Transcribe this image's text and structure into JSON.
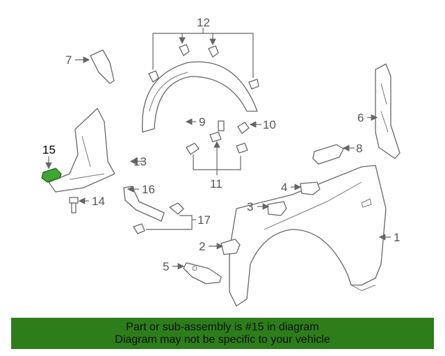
{
  "diagram": {
    "callouts": [
      "1",
      "2",
      "3",
      "4",
      "5",
      "6",
      "7",
      "8",
      "9",
      "10",
      "11",
      "12",
      "13",
      "14",
      "15",
      "16",
      "17"
    ],
    "highlighted_part": "15"
  },
  "banner": {
    "line1": "Part or sub-assembly is #15 in diagram",
    "line2": "Diagram may not be specific to your vehicle",
    "background": "#2d7d1a"
  },
  "colors": {
    "highlight_part": "#3fa535",
    "line_art": "#666666"
  }
}
